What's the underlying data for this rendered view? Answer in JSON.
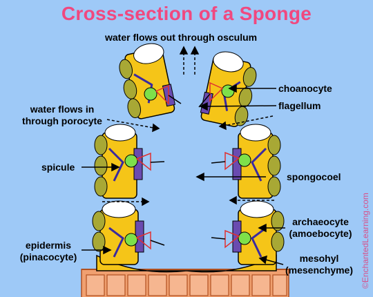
{
  "title": "Cross-section of a Sponge",
  "labels": {
    "water_out": "water flows out through osculum",
    "choanocyte": "choanocyte",
    "flagellum": "flagellum",
    "water_in_line1": "water flows in",
    "water_in_line2": "through porocyte",
    "spicule": "spicule",
    "spongocoel": "spongocoel",
    "archaeocyte_line1": "archaeocyte",
    "archaeocyte_line2": "(amoebocyte)",
    "epidermis_line1": "epidermis",
    "epidermis_line2": "(pinacocyte)",
    "mesohyl_line1": "mesohyl",
    "mesohyl_line2": "(mesenchyme)"
  },
  "watermark": "©EnchantedLearning.com",
  "colors": {
    "background": "#9ec9f7",
    "title": "#f0487f",
    "body_wall": "#f5c518",
    "epidermis": "#a8a835",
    "collar_cell": "#ffffff",
    "nucleus": "#7ee04a",
    "pore_cell": "#6a4bb0",
    "flagellum": "#e03030",
    "base": "#f0a070"
  }
}
